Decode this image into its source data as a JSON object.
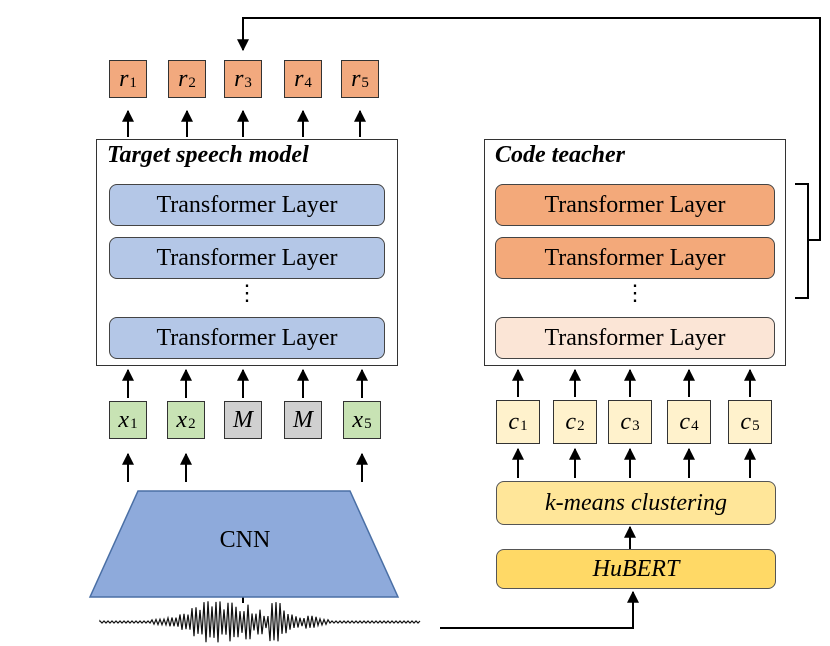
{
  "target_model": {
    "title": "Target speech model",
    "layers": [
      "Transformer Layer",
      "Transformer Layer",
      "Transformer Layer"
    ],
    "ellipsis": "⋮"
  },
  "code_teacher": {
    "title": "Code teacher",
    "layers": [
      "Transformer Layer",
      "Transformer Layer",
      "Transformer Layer"
    ],
    "ellipsis": "⋮"
  },
  "outputs": [
    {
      "sym": "r",
      "sub": "1"
    },
    {
      "sym": "r",
      "sub": "2"
    },
    {
      "sym": "r",
      "sub": "3"
    },
    {
      "sym": "r",
      "sub": "4"
    },
    {
      "sym": "r",
      "sub": "5"
    }
  ],
  "inputs": [
    {
      "sym": "x",
      "sub": "1",
      "kind": "x"
    },
    {
      "sym": "x",
      "sub": "2",
      "kind": "x"
    },
    {
      "sym": "M",
      "sub": "",
      "kind": "m"
    },
    {
      "sym": "M",
      "sub": "",
      "kind": "m"
    },
    {
      "sym": "x",
      "sub": "5",
      "kind": "x"
    }
  ],
  "codes": [
    {
      "sym": "c",
      "sub": "1"
    },
    {
      "sym": "c",
      "sub": "2"
    },
    {
      "sym": "c",
      "sub": "3"
    },
    {
      "sym": "c",
      "sub": "4"
    },
    {
      "sym": "c",
      "sub": "5"
    }
  ],
  "cnn_label": "CNN",
  "kmeans_label": "k-means clustering",
  "hubert_label": "HuBERT",
  "colors": {
    "output_token": "#f2a97e",
    "input_token": "#c8e3b4",
    "mask_token": "#d0d0d0",
    "code_token": "#fff2cc",
    "target_layer": "#b4c7e7",
    "teacher_layer": "#f3a97a",
    "teacher_layer_pale": "#fbe5d6",
    "cnn": "#8eaadb",
    "kmeans": "#ffe699",
    "hubert": "#ffd966"
  }
}
